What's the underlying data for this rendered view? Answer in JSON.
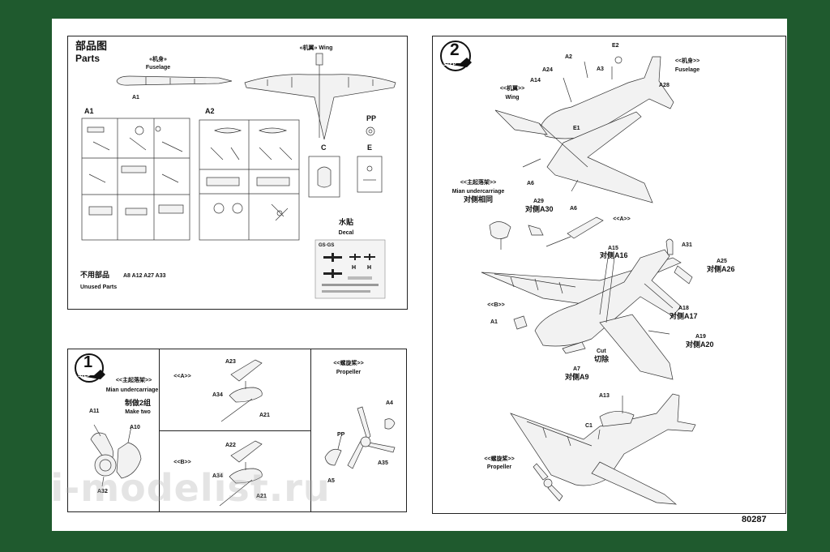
{
  "catalog_number": "80287",
  "watermark": "i-modelist.ru",
  "parts_panel": {
    "title_cn": "部品图",
    "title_en": "Parts",
    "fuselage_cn": "«机身»",
    "fuselage_en": "Fuselage",
    "wing_label": "«机翼» Wing",
    "sprue_a1_tag": "A1",
    "sprue_a1": "A1",
    "sprue_a2": "A2",
    "sprue_pp": "PP",
    "sprue_c": "C",
    "sprue_e": "E",
    "decal_cn": "水贴",
    "decal_en": "Decal",
    "decal_gs": "GS·GS",
    "unused_cn": "不用部品",
    "unused_parts_list": "A8 A12 A27 A33",
    "unused_en": "Unused Parts"
  },
  "step1": {
    "step_number": "1",
    "step_word": "STEP",
    "undercarriage_cn": "<<主起落架>>",
    "undercarriage_en": "Mian undercarriage",
    "make_two_cn": "制做2组",
    "make_two_en": "Make two",
    "parts": {
      "a11": "A11",
      "a10": "A10",
      "a32": "A32"
    },
    "sub_a": {
      "tag": "<<A>>",
      "a23": "A23",
      "a34": "A34",
      "a21": "A21"
    },
    "sub_b": {
      "tag": "<<B>>",
      "a22": "A22",
      "a34": "A34",
      "a21": "A21"
    },
    "propeller": {
      "cn": "<<螺旋桨>>",
      "en": "Propeller",
      "a4": "A4",
      "pp": "PP",
      "a5": "A5",
      "a35": "A35"
    }
  },
  "step2": {
    "step_number": "2",
    "step_word": "STEP",
    "fuselage_cn": "<<机身>>",
    "fuselage_en": "Fuselage",
    "wing_cn": "<<机翼>>",
    "wing_en": "Wing",
    "parts": {
      "a2": "A2",
      "e2": "E2",
      "a3": "A3",
      "a24": "A24",
      "a14": "A14",
      "a28": "A28",
      "e1": "E1",
      "a6a": "A6",
      "a6b": "A6",
      "a29": "A29",
      "a29_opp": "对侧A30",
      "a_tag": "<<A>>",
      "a15": "A15",
      "a15_opp": "对侧A16",
      "a31": "A31",
      "a25": "A25",
      "a25_opp": "对侧A26",
      "b_tag": "<<B>>",
      "a1": "A1",
      "a18": "A18",
      "a18_opp": "对侧A17",
      "a19": "A19",
      "a19_opp": "对侧A20",
      "cut_en": "Cut",
      "cut_cn": "切除",
      "a7": "A7",
      "a7_opp": "对侧A9",
      "a13": "A13",
      "c1": "C1"
    },
    "main_uc_cn": "<<主起落架>>",
    "main_uc_en": "Mian undercarriage",
    "main_uc_note": "对侧相同",
    "propeller_cn": "<<螺旋桨>>",
    "propeller_en": "Propeller"
  }
}
